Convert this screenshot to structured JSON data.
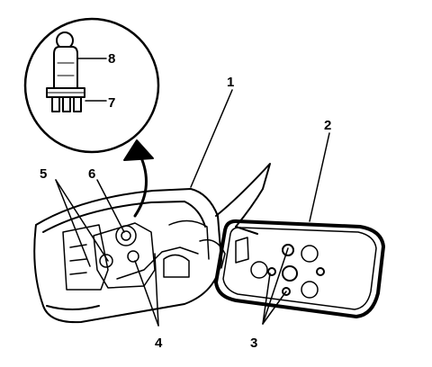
{
  "figure": {
    "callouts": [
      {
        "id": "1",
        "text": "1"
      },
      {
        "id": "2",
        "text": "2"
      },
      {
        "id": "3",
        "text": "3"
      },
      {
        "id": "4",
        "text": "4"
      },
      {
        "id": "5",
        "text": "5"
      },
      {
        "id": "6",
        "text": "6"
      },
      {
        "id": "7",
        "text": "7"
      },
      {
        "id": "8",
        "text": "8"
      }
    ],
    "colors": {
      "ink": "#000000",
      "paper": "#ffffff"
    }
  }
}
